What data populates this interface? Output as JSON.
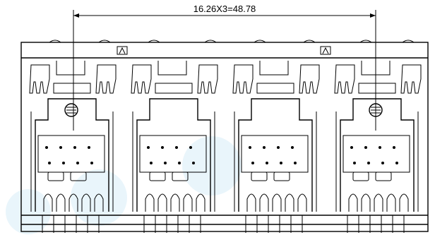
{
  "dimension": {
    "label": "16.26X3=48.78"
  },
  "ports": [
    {
      "name": "port-1",
      "has_led_mark": true,
      "has_screw": true
    },
    {
      "name": "port-2",
      "has_led_mark": false,
      "has_screw": false
    },
    {
      "name": "port-3",
      "has_led_mark": true,
      "has_screw": false
    },
    {
      "name": "port-4",
      "has_led_mark": false,
      "has_screw": true
    }
  ],
  "colors": {
    "line": "#000000",
    "background": "#ffffff",
    "watermark": "#dbeef8"
  }
}
